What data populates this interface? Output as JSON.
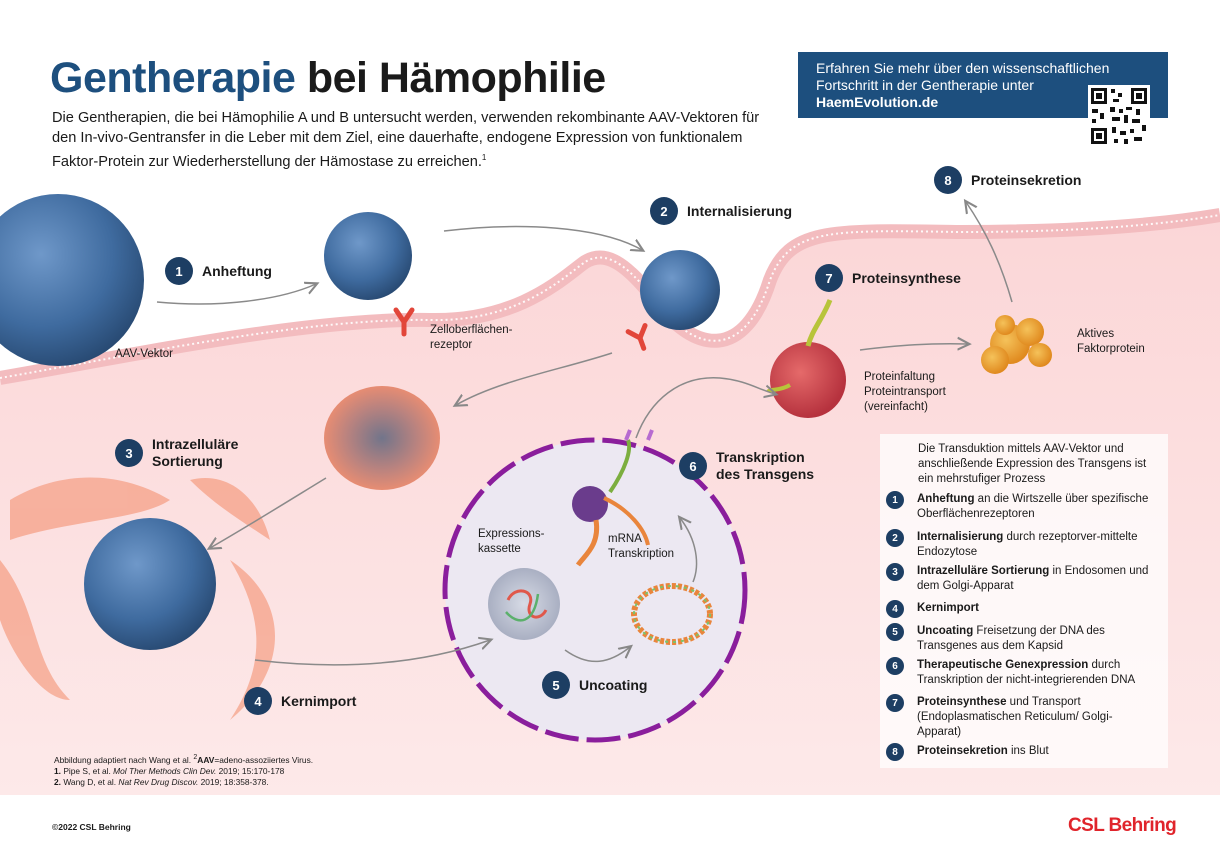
{
  "title": {
    "part1": "Gentherapie",
    "part2": " bei Hämophilie"
  },
  "intro": {
    "text": "Die Gentherapien, die bei Hämophilie A und B untersucht werden, verwenden rekombinante AAV-Vektoren für den In-vivo-Gentransfer in die Leber mit dem Ziel, eine dauerhafte, endogene Expression von funktionalem Faktor-Protein zur Wiederherstellung der Hämostase zu erreichen.",
    "footnote": "1"
  },
  "infobox": {
    "text": "Erfahren Sie mehr über den wissenschaftlichen Fortschritt in der Gentherapie unter",
    "url": "HaemEvolution.de"
  },
  "colors": {
    "navy": "#1d4f7e",
    "badge": "#1d3e63",
    "membrane": "#f7c9cc",
    "nucleus": "#8a1e9c",
    "brand": "#e0242b"
  },
  "steps": [
    {
      "num": "1",
      "label": "Anheftung"
    },
    {
      "num": "2",
      "label": "Internalisierung"
    },
    {
      "num": "3",
      "label": "Intrazelluläre\nSortierung"
    },
    {
      "num": "4",
      "label": "Kernimport"
    },
    {
      "num": "5",
      "label": "Uncoating"
    },
    {
      "num": "6",
      "label": "Transkription\ndes Transgens"
    },
    {
      "num": "7",
      "label": "Proteinsynthese"
    },
    {
      "num": "8",
      "label": "Proteinsekretion"
    }
  ],
  "labels": {
    "aav": "AAV-Vektor",
    "receptor": "Zelloberflächen-\nrezeptor",
    "cassette": "Expressions-\nkassette",
    "mrna": "mRNA\nTranskription",
    "folding": "Proteinfaltung\nProteintransport\n(vereinfacht)",
    "active": "Aktives\nFaktorprotein"
  },
  "panel": {
    "header": "Die Transduktion mittels AAV-Vektor und anschließende Expression des Transgens ist ein mehrstufiger Prozess",
    "items": [
      {
        "num": "1",
        "bold": "Anheftung",
        "text": " an die Wirtszelle über spezifische Oberflächenrezeptoren"
      },
      {
        "num": "2",
        "bold": "Internalisierung",
        "text": " durch rezeptorver-mittelte Endozytose"
      },
      {
        "num": "3",
        "bold": "Intrazelluläre Sortierung",
        "text": " in Endosomen und dem Golgi-Apparat"
      },
      {
        "num": "4",
        "bold": "Kernimport",
        "text": ""
      },
      {
        "num": "5",
        "bold": "Uncoating",
        "text": " Freisetzung der DNA des Transgenes aus dem Kapsid"
      },
      {
        "num": "6",
        "bold": "Therapeutische Genexpression",
        "text": " durch Transkription der nicht-integrierenden DNA"
      },
      {
        "num": "7",
        "bold": "Proteinsynthese",
        "text": " und Transport (Endoplasmatischen Reticulum/ Golgi-Apparat)"
      },
      {
        "num": "8",
        "bold": "Proteinsekretion",
        "text": " ins Blut"
      }
    ]
  },
  "refs": {
    "line1a": "Abbildung adaptiert nach Wang et al. ",
    "line1sup": "2",
    "line1b": "AAV",
    "line1c": "=adeno-assoziiertes Virus.",
    "ref1num": "1.",
    "ref1a": " Pipe S, et al. ",
    "ref1i": "Mol Ther Methods Clin Dev.",
    "ref1b": " 2019; 15:170-178",
    "ref2num": "2.",
    "ref2a": " Wang D, et al. ",
    "ref2i": "Nat Rev Drug Discov.",
    "ref2b": " 2019; 18:358-378."
  },
  "footer": {
    "copyright": "©2022 CSL Behring",
    "logo": "CSL Behring"
  }
}
